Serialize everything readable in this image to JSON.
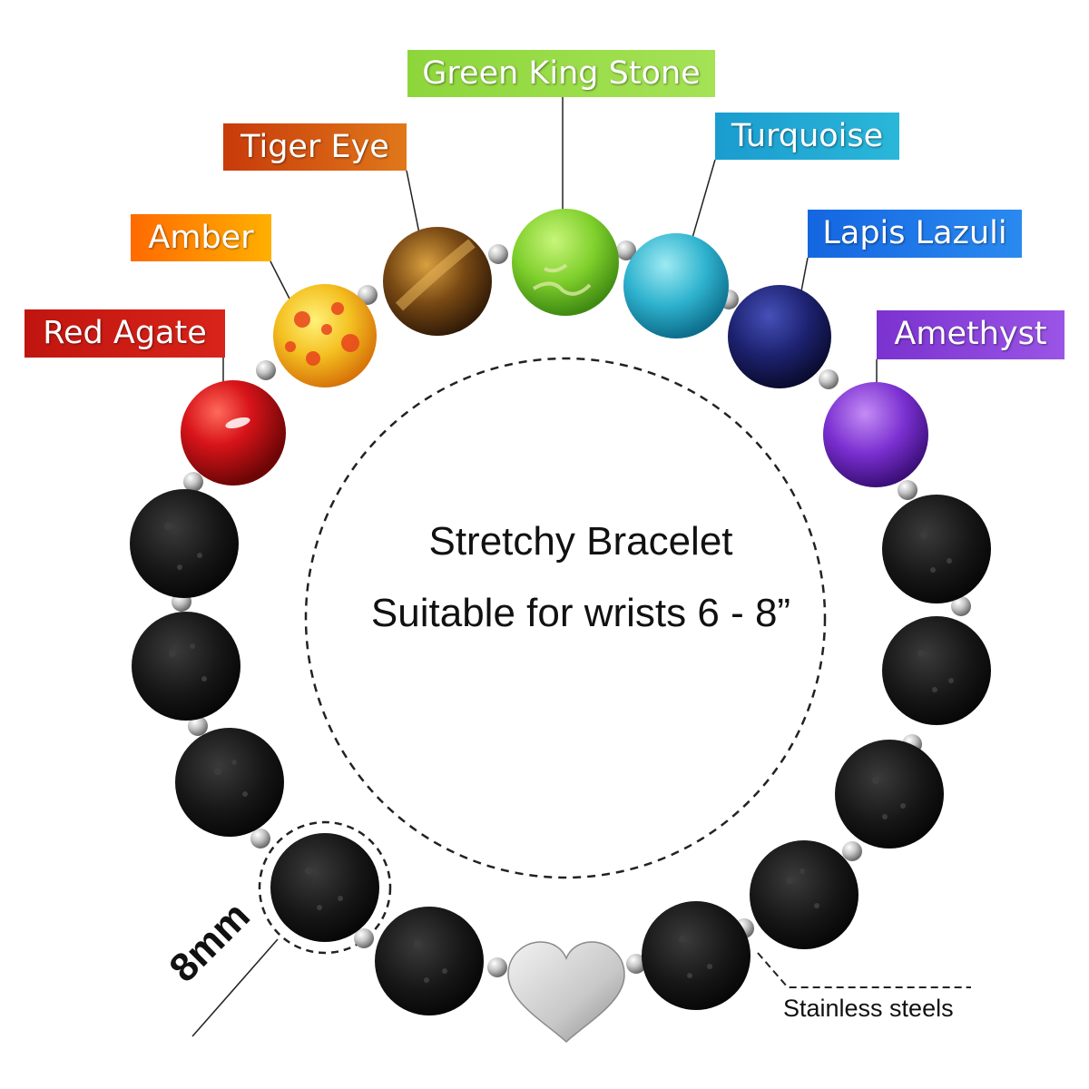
{
  "labels": {
    "red_agate": "Red Agate",
    "amber": "Amber",
    "tiger_eye": "Tiger Eye",
    "green_king_stone": "Green King Stone",
    "turquoise": "Turquoise",
    "lapis_lazuli": "Lapis Lazuli",
    "amethyst": "Amethyst"
  },
  "center": {
    "line1": "Stretchy Bracelet",
    "line2": "Suitable for wrists 6 - 8”"
  },
  "bead_size": "8mm",
  "spacer_label": "Stainless steels",
  "colors": {
    "red_agate": "#c0150f",
    "amber": "#ff8c00",
    "tiger_eye": "#c85512",
    "green_king_stone": "#8dd63a",
    "turquoise": "#20a8d8",
    "lapis_lazuli": "#1a78e6",
    "amethyst": "#8a3fd6",
    "lava": "#151515",
    "steel": "#c9c9c9"
  },
  "icons": {
    "gemstone_beads": "gemstone-bead-icon",
    "lava_beads": "lava-bead-icon",
    "spacers": "steel-spacer-icon",
    "heart_charm": "heart-charm-icon"
  }
}
